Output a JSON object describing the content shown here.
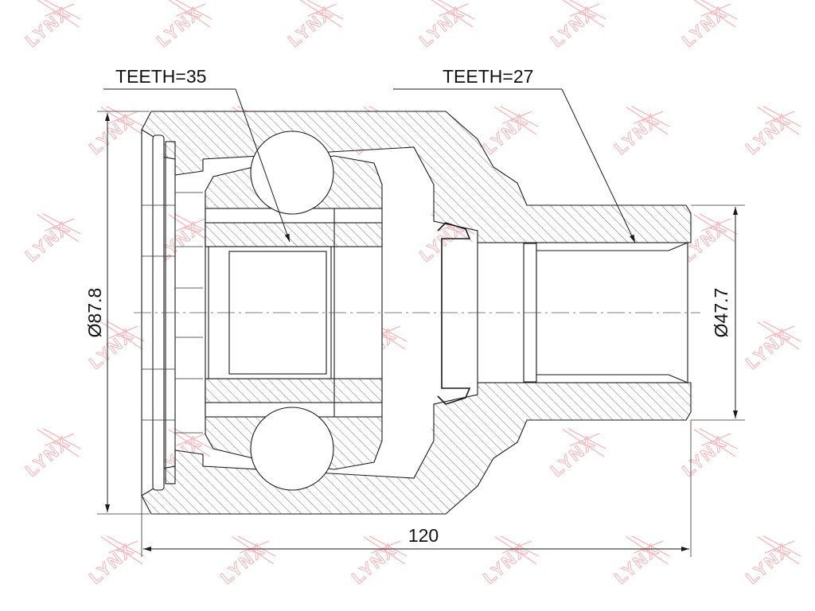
{
  "callouts": {
    "teeth_left": "TEETH=35",
    "teeth_right": "TEETH=27"
  },
  "dimensions": {
    "outer_diameter": "Ø87.8",
    "shaft_diameter": "Ø47.7",
    "overall_length": "120"
  },
  "watermark": {
    "text": "LYNX"
  }
}
